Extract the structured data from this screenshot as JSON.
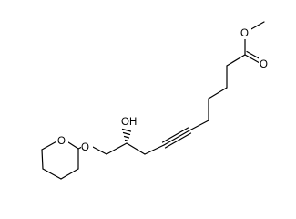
{
  "molecule": {
    "atoms": [
      {
        "id": "o_thp_ring",
        "label": "O"
      },
      {
        "id": "o_ether",
        "label": "O"
      },
      {
        "id": "oh_group",
        "label": "OH"
      },
      {
        "id": "o_carbonyl",
        "label": "O"
      },
      {
        "id": "o_ester",
        "label": "O"
      }
    ]
  }
}
